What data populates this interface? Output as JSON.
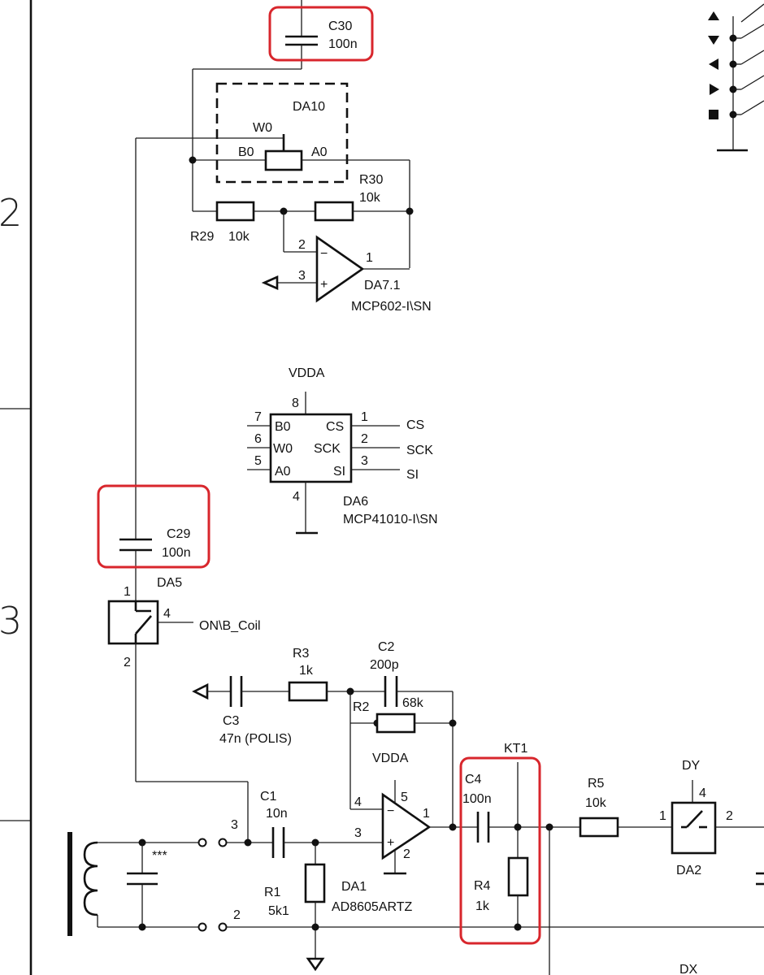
{
  "colors": {
    "highlight": "#d8262c",
    "ink": "#111111",
    "background": "#ffffff"
  },
  "zones": {
    "zone_2": "2",
    "zone_3": "3"
  },
  "components": {
    "c30": {
      "ref": "C30",
      "value": "100n"
    },
    "da10": {
      "ref": "DA10",
      "wiper": "W0",
      "pin_b": "B0",
      "pin_a": "A0"
    },
    "r30": {
      "ref": "R30",
      "value": "10k"
    },
    "r29": {
      "ref": "R29",
      "value": "10k"
    },
    "da7": {
      "ref": "DA7.1",
      "part": "MCP602-I\\SN",
      "pin_out": "1",
      "pin_inv": "2",
      "pin_noninv": "3",
      "minus": "−",
      "plus": "+"
    },
    "da6": {
      "ref": "DA6",
      "part": "MCP41010-I\\SN",
      "supply": "VDDA",
      "pin_vdd": "8",
      "pin_gnd": "4",
      "left_pins": [
        {
          "num": "7",
          "name": "B0"
        },
        {
          "num": "6",
          "name": "W0"
        },
        {
          "num": "5",
          "name": "A0"
        }
      ],
      "right_pins": [
        {
          "num": "1",
          "name": "CS",
          "net": "CS"
        },
        {
          "num": "2",
          "name": "SCK",
          "net": "SCK"
        },
        {
          "num": "3",
          "name": "SI",
          "net": "SI"
        }
      ]
    },
    "c29": {
      "ref": "C29",
      "value": "100n"
    },
    "da5": {
      "ref": "DA5",
      "pin1": "1",
      "pin2": "2",
      "pin4": "4",
      "net": "ON\\B_Coil"
    },
    "r3": {
      "ref": "R3",
      "value": "1k"
    },
    "c2": {
      "ref": "C2",
      "value": "200p"
    },
    "r2": {
      "ref": "R2",
      "value": "68k"
    },
    "c3": {
      "ref": "C3",
      "value": "47n (POLIS)"
    },
    "da1": {
      "ref": "DA1",
      "part": "AD8605ARTZ",
      "supply": "VDDA",
      "pin_out": "1",
      "pin_gnd": "2",
      "pin_noninv": "3",
      "pin_inv": "4",
      "pin_vdd": "5",
      "minus": "−",
      "plus": "+"
    },
    "c1": {
      "ref": "C1",
      "value": "10n"
    },
    "r1": {
      "ref": "R1",
      "value": "5k1"
    },
    "coil": {
      "cap_label": "***",
      "pin_top": "3",
      "pin_bottom": "2"
    },
    "c4": {
      "ref": "C4",
      "value": "100n"
    },
    "kt1": {
      "ref": "KT1"
    },
    "r4": {
      "ref": "R4",
      "value": "1k"
    },
    "r5": {
      "ref": "R5",
      "value": "10k"
    },
    "da2": {
      "ref": "DA2",
      "net": "DY",
      "pin1": "1",
      "pin2": "2",
      "pin4": "4"
    },
    "dx": {
      "net": "DX"
    }
  }
}
